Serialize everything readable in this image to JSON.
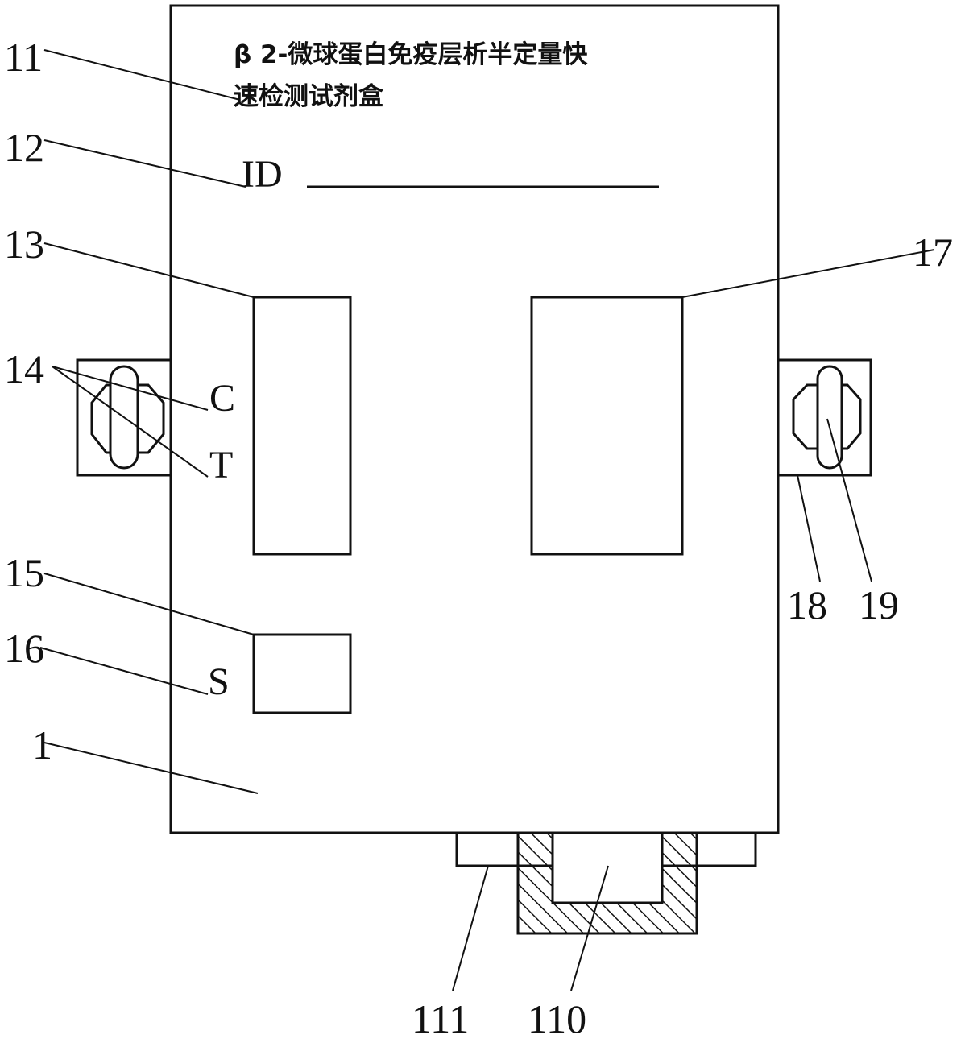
{
  "box": {
    "title_line1": "β 2-微球蛋白免疫层析半定量快",
    "title_line2": "速检测试剂盒",
    "id_label": "ID",
    "control_mark": "C",
    "test_mark": "T",
    "sample_mark": "S"
  },
  "callouts": [
    "11",
    "12",
    "13",
    "14",
    "15",
    "16",
    "1",
    "17",
    "18",
    "19",
    "111",
    "110"
  ],
  "colors": {
    "line": "#111111",
    "background": "#ffffff"
  }
}
